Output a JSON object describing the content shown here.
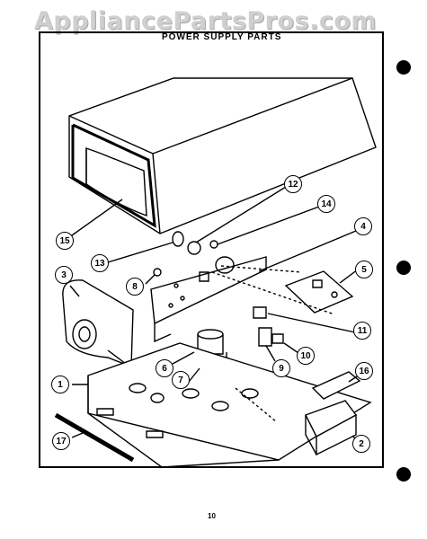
{
  "watermark": "AppliancePartsPros.com",
  "title": "POWER SUPPLY PARTS",
  "page_number": "10",
  "callouts": [
    "1",
    "2",
    "3",
    "4",
    "5",
    "6",
    "7",
    "8",
    "9",
    "10",
    "11",
    "12",
    "13",
    "14",
    "15",
    "16",
    "17"
  ]
}
